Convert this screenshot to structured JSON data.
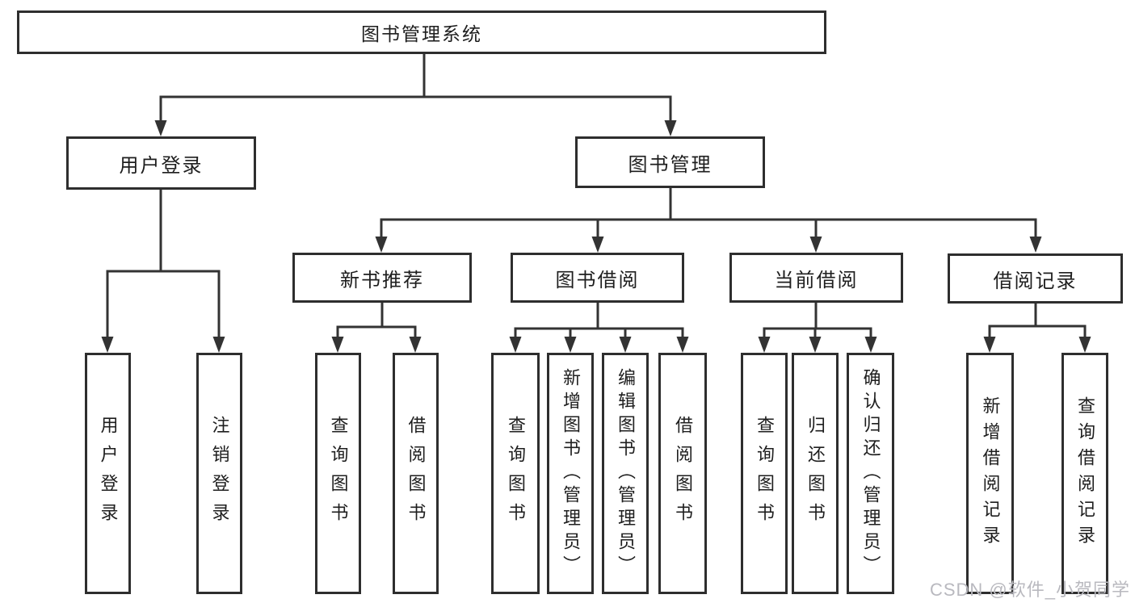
{
  "colors": {
    "line": "#333333",
    "box_border": "#2e2e2e",
    "text": "#1e1e1e",
    "watermark": "#b9b9bf",
    "background": "#ffffff"
  },
  "watermark": {
    "text": "CSDN @软件_小贺同学"
  },
  "tree": {
    "label": "图书管理系统",
    "children": [
      {
        "label": "用户登录",
        "children": [
          {
            "label": "用户登录"
          },
          {
            "label": "注销登录"
          }
        ]
      },
      {
        "label": "图书管理",
        "children": [
          {
            "label": "新书推荐",
            "children": [
              {
                "label": "查询图书"
              },
              {
                "label": "借阅图书"
              }
            ]
          },
          {
            "label": "图书借阅",
            "children": [
              {
                "label": "查询图书"
              },
              {
                "label": "新增图书（管理员）"
              },
              {
                "label": "编辑图书（管理员）"
              },
              {
                "label": "借阅图书"
              }
            ]
          },
          {
            "label": "当前借阅",
            "children": [
              {
                "label": "查询图书"
              },
              {
                "label": "归还图书"
              },
              {
                "label": "确认归还（管理员）"
              }
            ]
          },
          {
            "label": "借阅记录",
            "children": [
              {
                "label": "新增借阅记录"
              },
              {
                "label": "查询借阅记录"
              }
            ]
          }
        ]
      }
    ]
  }
}
